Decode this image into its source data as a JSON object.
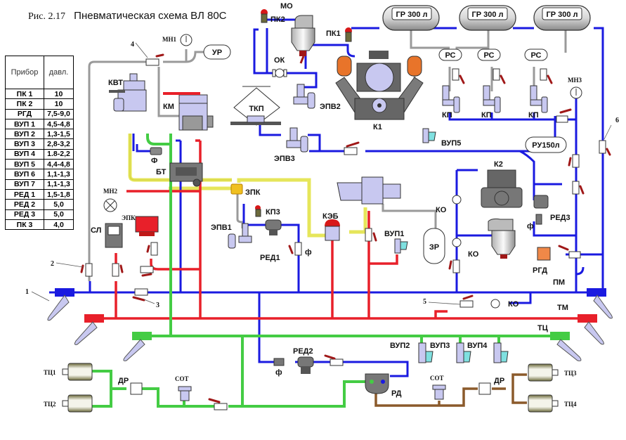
{
  "title": {
    "figure": "Рис. 2.17",
    "name": "Пневматическая схема  ВЛ 80С"
  },
  "pressure_table": {
    "headers": [
      "Прибор",
      "давл."
    ],
    "rows": [
      {
        "device": "ПК 1",
        "pressure": "10"
      },
      {
        "device": "ПК 2",
        "pressure": "10"
      },
      {
        "device": "РГД",
        "pressure": "7,5-9,0"
      },
      {
        "device": "ВУП 1",
        "pressure": "4,5-4,8"
      },
      {
        "device": "ВУП 2",
        "pressure": "1,3-1,5"
      },
      {
        "device": "ВУП 3",
        "pressure": "2,8-3,2"
      },
      {
        "device": "ВУП 4",
        "pressure": "1.8-2,2"
      },
      {
        "device": "ВУП 5",
        "pressure": "4,4-4,8"
      },
      {
        "device": "ВУП 6",
        "pressure": "1,1-1,3"
      },
      {
        "device": "ВУП 7",
        "pressure": "1,1-1,3"
      },
      {
        "device": "РЕД 1",
        "pressure": "1,5-1,8"
      },
      {
        "device": "РЕД 2",
        "pressure": "5,0"
      },
      {
        "device": "РЕД 3",
        "pressure": "5,0"
      },
      {
        "device": "ПК 3",
        "pressure": "4,0"
      }
    ]
  },
  "labels": {
    "mo": "МО",
    "pk2": "ПК2",
    "pk1": "ПК1",
    "ok": "ОК",
    "gr1": "ГР 300 л",
    "gr2": "ГР 300 л",
    "gr3": "ГР 300 л",
    "rs": "РС",
    "kp": "КП",
    "k1": "К1",
    "epv2": "ЭПВ2",
    "tkp": "ТКП",
    "epv3": "ЭПВ3",
    "mn1": "МН1",
    "ur": "УР",
    "kvt": "КВТ",
    "km": "КМ",
    "f": "Ф",
    "bt": "БТ",
    "mn3": "МН3",
    "ru150": "РУ150л",
    "vup5": "ВУП5",
    "k2": "К2",
    "ko": "КО",
    "red3": "РЕД3",
    "phi": "ф",
    "rgd": "РГД",
    "pm": "ПМ",
    "tm": "ТМ",
    "tc": "ТЦ",
    "mn2": "МН2",
    "epk": "ЭПК",
    "sl": "СЛ",
    "zpk": "ЗПК",
    "kp3": "КП3",
    "epv1": "ЭПВ1",
    "red1": "РЕД1",
    "keb": "КЭБ",
    "vup1": "ВУП1",
    "zr": "ЗР",
    "red2": "РЕД2",
    "vup2": "ВУП2",
    "vup3": "ВУП3",
    "vup4": "ВУП4",
    "rd": "РД",
    "sot": "СОТ",
    "dr": "ДР",
    "tc1": "ТЦ1",
    "tc2": "ТЦ2",
    "tc3": "ТЦ3",
    "tc4": "ТЦ4"
  },
  "callouts": [
    "1",
    "2",
    "3",
    "4",
    "5",
    "6"
  ],
  "colors": {
    "pm_line": "#1a1ae0",
    "tm_line": "#e8202a",
    "tc_line": "#44cc44",
    "control_line": "#e6e65a",
    "aux_line": "#999999",
    "sand_line": "#8b5a2b",
    "device": "#c8c8f0",
    "valve_handle": "#a01818"
  }
}
